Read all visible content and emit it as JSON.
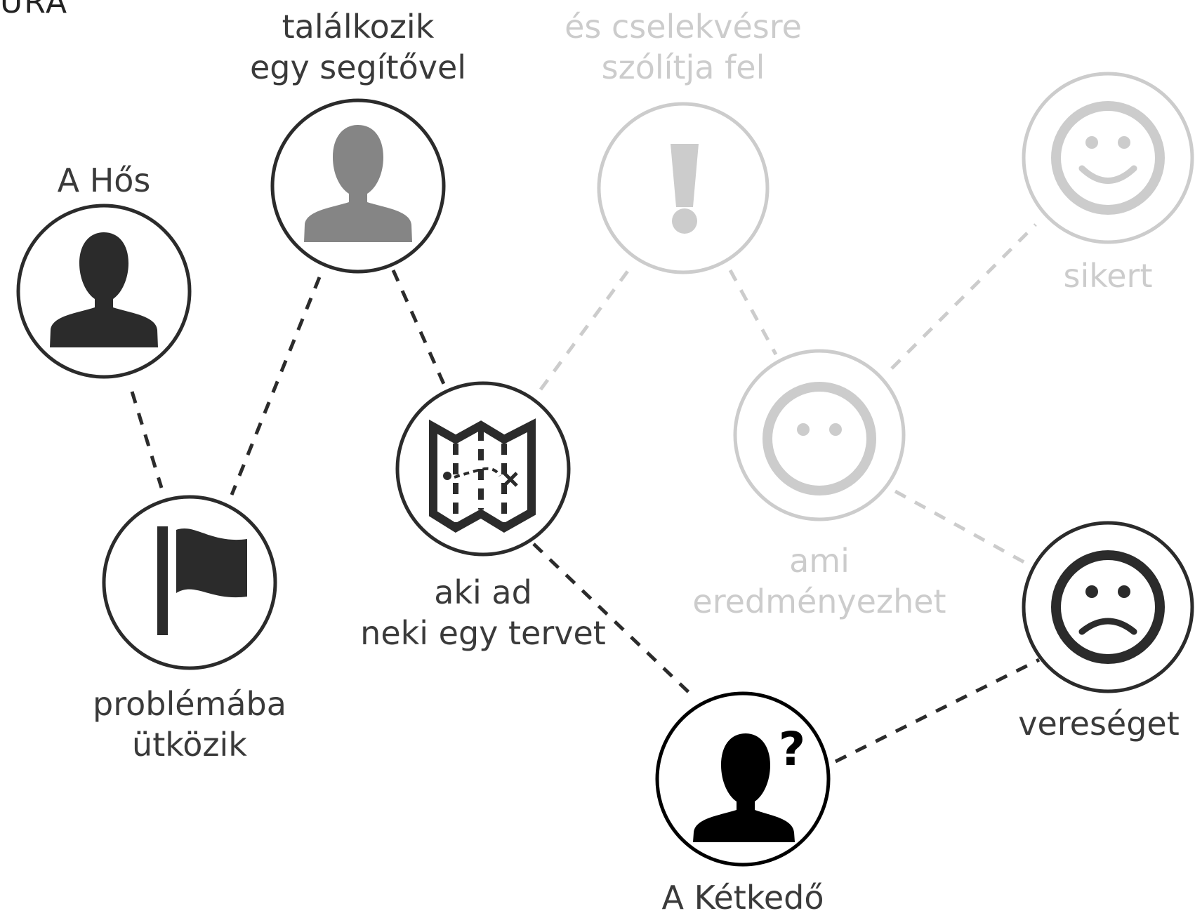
{
  "fragment": "URA",
  "nodes": {
    "hero": {
      "title": "A Hős"
    },
    "helper": {
      "line1": "találkozik",
      "line2": "egy segítővel"
    },
    "call": {
      "line1": "és cselekvésre",
      "line2": "szólítja fel"
    },
    "success": {
      "title": "sikert"
    },
    "problem": {
      "line1": "problémába",
      "line2": "ütközik"
    },
    "plan": {
      "line1": "aki ad",
      "line2": "neki egy tervet"
    },
    "result": {
      "line1": "ami",
      "line2": "eredményezhet"
    },
    "failure": {
      "title": "vereséget"
    },
    "doubter": {
      "title": "A Kétkedő"
    }
  },
  "icons": {
    "hero": "person-icon",
    "helper": "person-icon",
    "call": "exclamation-icon",
    "success": "smiley-happy-icon",
    "problem": "flag-icon",
    "plan": "treasure-map-icon",
    "result": "smiley-neutral-icon",
    "failure": "smiley-sad-icon",
    "doubter": "person-question-icon"
  },
  "colors": {
    "active": "#2b2b2b",
    "helper_fill": "#858585",
    "faded": "#cccccc",
    "doubter": "#000000"
  }
}
